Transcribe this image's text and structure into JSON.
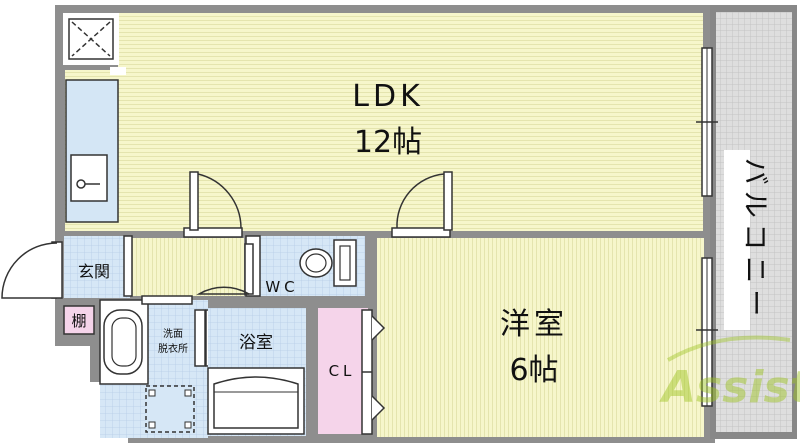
{
  "rooms": {
    "ldk": {
      "name": "LDK",
      "size": "12帖"
    },
    "western": {
      "name": "洋室",
      "size": "6帖"
    },
    "entrance": "玄関",
    "shelf": "棚",
    "wc": "WC",
    "bath": "浴室",
    "closet": "CL",
    "washroom": [
      "洗面",
      "脱衣所"
    ],
    "balcony": "バルコニー"
  },
  "watermark": "Assist",
  "colors": {
    "wall": "#8c8c8c",
    "floor_yellow": "#f5f5c8",
    "wet_blue": "#d4e6f5",
    "closet_pink": "#f5d4ea",
    "balcony_grey": "#d9d9d9",
    "watermark_green": "#9bc31e"
  }
}
